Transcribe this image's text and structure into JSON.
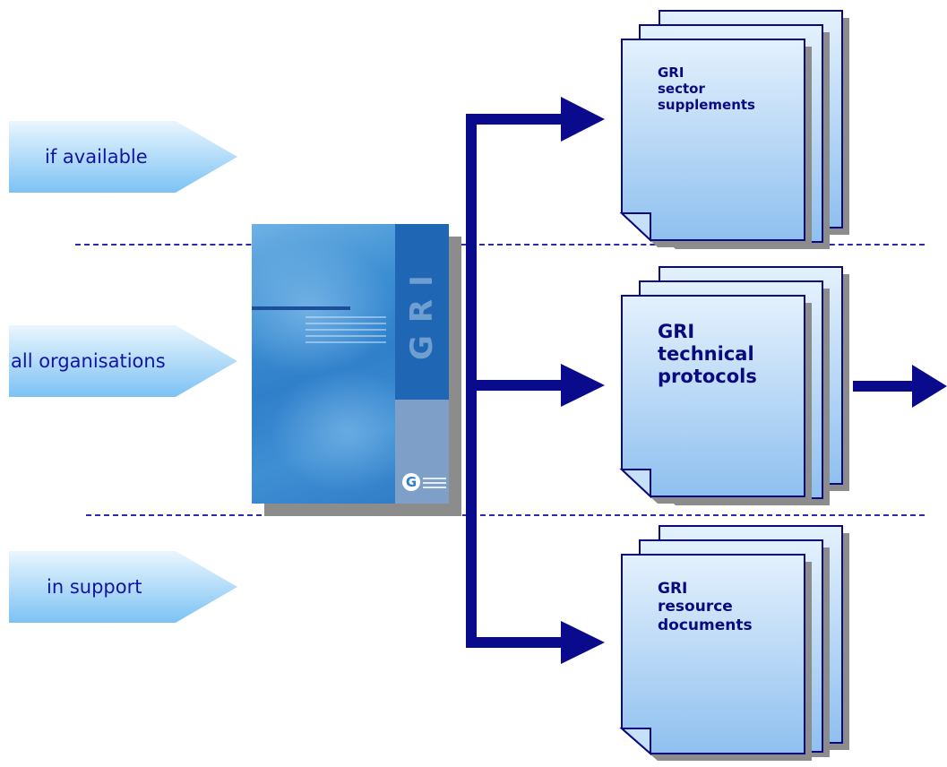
{
  "tags": [
    {
      "id": "if-available",
      "label": "if available"
    },
    {
      "id": "all-organisations",
      "label": "all organisations"
    },
    {
      "id": "in-support",
      "label": "in support"
    }
  ],
  "documents": [
    {
      "id": "sector-supplements",
      "lines": [
        "GRI",
        "sector",
        "supplements"
      ]
    },
    {
      "id": "technical-protocols",
      "lines": [
        "GRI",
        "technical",
        "protocols"
      ]
    },
    {
      "id": "resource-documents",
      "lines": [
        "GRI",
        "resource",
        "documents"
      ]
    }
  ],
  "booklet": {
    "spine_text": "GRI",
    "logo_icon": "gri-logo-icon"
  },
  "colors": {
    "arrow": "#0a0a8c",
    "tag_fill_start": "#7cc2f4",
    "tag_fill_end": "#eaf6fe",
    "tag_text": "#1414a0",
    "page_fill_top": "#e4f1fd",
    "page_fill_bottom": "#8fc0ef",
    "page_stroke": "#0a0a80",
    "separator": "#2a2ab0"
  }
}
